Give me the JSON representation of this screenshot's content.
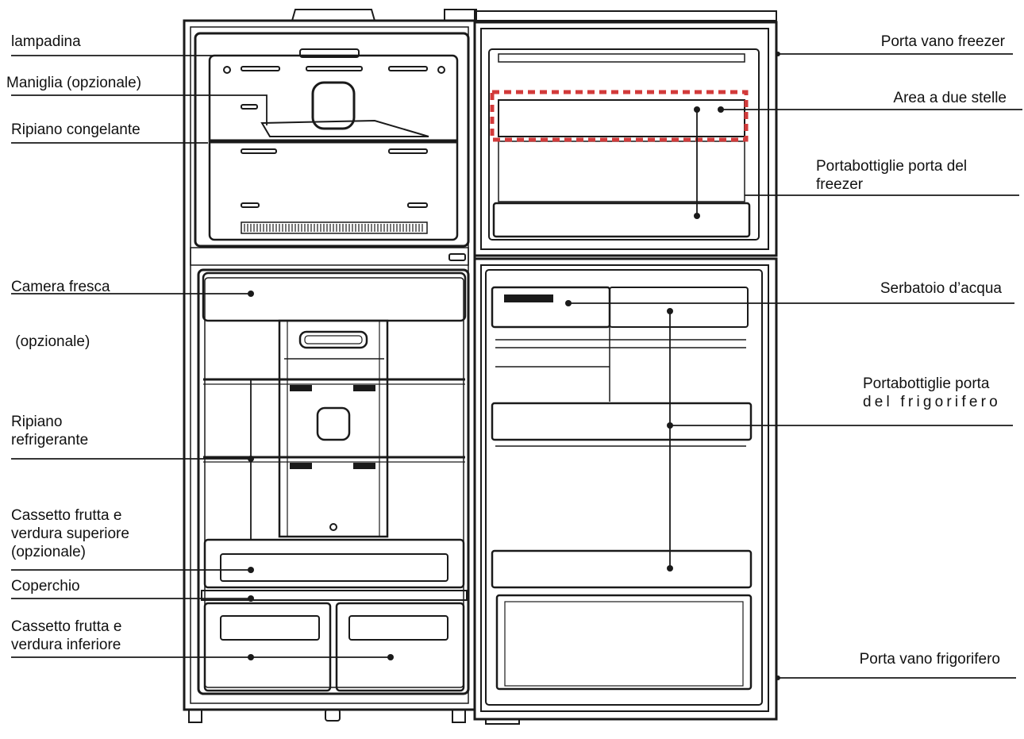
{
  "labels_left": [
    {
      "id": "lampadina",
      "lines": [
        "lampadina"
      ]
    },
    {
      "id": "maniglia",
      "lines": [
        "Maniglia (opzionale)"
      ]
    },
    {
      "id": "ripiano-congelante",
      "lines": [
        "Ripiano congelante"
      ]
    },
    {
      "id": "camera-fresca",
      "lines": [
        "Camera fresca",
        " (opzionale)"
      ]
    },
    {
      "id": "ripiano-refrigerante",
      "lines": [
        "Ripiano",
        "refrigerante"
      ]
    },
    {
      "id": "cassetto-superiore",
      "lines": [
        "Cassetto frutta e",
        "verdura superiore",
        "(opzionale)"
      ]
    },
    {
      "id": "coperchio",
      "lines": [
        "Coperchio"
      ]
    },
    {
      "id": "cassetto-inferiore",
      "lines": [
        "Cassetto frutta e",
        "verdura inferiore"
      ]
    }
  ],
  "labels_right": [
    {
      "id": "porta-vano-freezer",
      "lines": [
        "Porta vano freezer"
      ]
    },
    {
      "id": "area-due-stelle",
      "lines": [
        "Area a due stelle"
      ]
    },
    {
      "id": "portabottiglie-freezer",
      "lines": [
        "Portabottiglie porta del",
        "freezer"
      ]
    },
    {
      "id": "serbatoio",
      "lines": [
        "Serbatoio d’acqua"
      ]
    },
    {
      "id": "portabottiglie-frigorifero",
      "lines": [
        "Portabottiglie porta",
        "del frigorifero"
      ]
    },
    {
      "id": "porta-vano-frigorifero",
      "lines": [
        "Porta vano frigorifero"
      ]
    }
  ],
  "colors": {
    "line": "#1a1a1a",
    "highlight": "#d23a3a",
    "text": "#111111"
  }
}
